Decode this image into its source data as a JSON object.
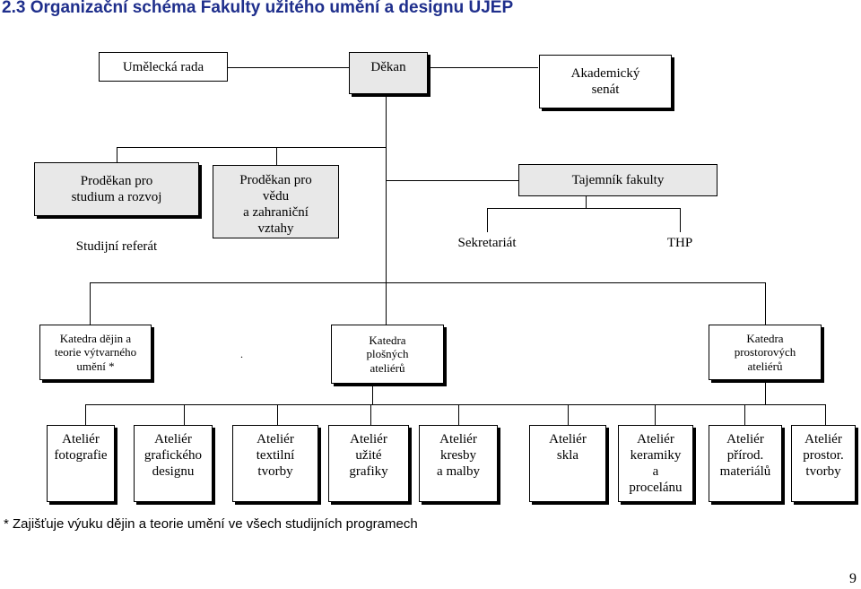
{
  "title": "2.3 Organizační schéma Fakulty užitého umění a designu UJEP",
  "top_row": {
    "umelecka_rada": "Umělecká rada",
    "dekan": "Děkan",
    "akademicky_senat": [
      "Akademický",
      "senát"
    ]
  },
  "second_row": {
    "prodekan_studium": [
      "Proděkan pro",
      "studium a rozvoj"
    ],
    "studijni_referat": "Studijní referát",
    "prodekan_veda": [
      "Proděkan pro",
      "vědu",
      "a zahraniční",
      "vztahy"
    ],
    "tajemnik": "Tajemník fakulty",
    "sekretariat": "Sekretariát",
    "thp": "THP"
  },
  "departments": [
    {
      "lines": [
        "Katedra dějin a",
        "teorie výtvarného",
        "umění *"
      ]
    },
    {
      "lines": [
        "Katedra",
        "plošných",
        "ateliérů"
      ]
    },
    {
      "lines": [
        "Katedra",
        "prostorových",
        "ateliérů"
      ]
    }
  ],
  "dot": ".",
  "ateliers": [
    {
      "lines": [
        "Ateliér",
        "fotografie"
      ]
    },
    {
      "lines": [
        "Ateliér",
        "grafického",
        "designu"
      ]
    },
    {
      "lines": [
        "Ateliér",
        "textilní",
        "tvorby"
      ]
    },
    {
      "lines": [
        "Ateliér",
        "užité",
        "grafiky"
      ]
    },
    {
      "lines": [
        "Ateliér",
        "kresby",
        "a malby"
      ]
    },
    {
      "lines": [
        "Ateliér",
        "skla"
      ]
    },
    {
      "lines": [
        "Ateliér",
        "keramiky",
        "a",
        "procelánu"
      ]
    },
    {
      "lines": [
        "Ateliér",
        "přírod.",
        "materiálů"
      ]
    },
    {
      "lines": [
        "Ateliér",
        "prostor.",
        "tvorby"
      ]
    }
  ],
  "footnote": "* Zajišťuje výuku dějin a teorie umění ve všech studijních programech",
  "page_number": "9"
}
